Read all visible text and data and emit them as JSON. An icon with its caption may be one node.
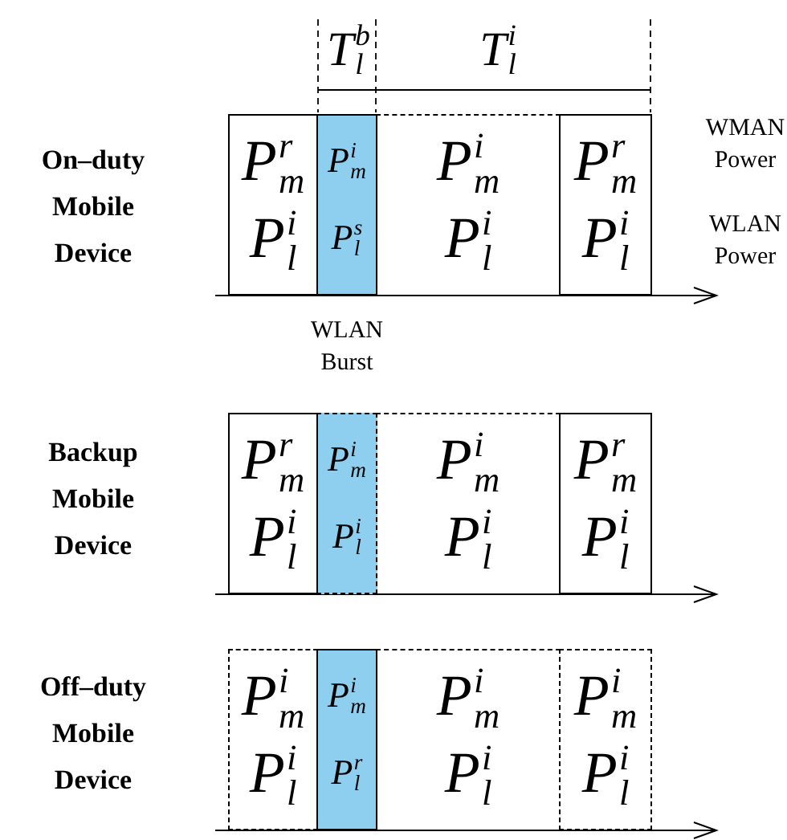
{
  "diagram": {
    "nodes": [
      {
        "text": [
          "P$^{r}$$_{m}$",
          "P$^{i}$$_{l}$"
        ]
      },
      {
        "text": [
          "P$^{i}$$_{m}$",
          "P$^{s}$$_{l}$"
        ]
      },
      {
        "text": [
          "P$^{i}$$_{m}$",
          "P$^{i}$$_{l}$"
        ]
      },
      {
        "text": [
          "P$^{r}$$_{m}$",
          "P$^{i}$$_{l}$"
        ]
      },
      {
        "text": [
          "P$^{r}$$_{m}$",
          "P$^{i}$$_{l}$"
        ]
      },
      {
        "text": [
          "P$^{i}$$_{m}$",
          "P$^{i}$$_{l}$"
        ]
      },
      {
        "text": [
          "P$^{i}$$_{m}$",
          "P$^{i}$$_{l}$"
        ]
      },
      {
        "text": [
          "P$^{r}$$_{m}$",
          "P$^{i}$$_{l}$"
        ]
      },
      {
        "text": [
          "P$^{i}$$_{m}$",
          "P$^{i}$$_{l}$"
        ]
      },
      {
        "text": [
          "P$^{i}$$_{m}$",
          "P$^{r}$$_{l}$"
        ]
      },
      {
        "text": [
          "P$^{i}$$_{m}$",
          "P$^{i}$$_{l}$"
        ]
      },
      {
        "text": [
          "P$^{i}$$_{m}$",
          "P$^{i}$$_{l}$"
        ]
      }
    ],
    "labels": [
      "T$^{b}$$_{l}$",
      "T$^{i}$$_{l}$",
      "On–duty Mobile Device",
      "WMAN Power",
      "WLAN Power",
      "WLAN Burst",
      "Backup Mobile Device",
      "Off–duty Mobile Device"
    ]
  }
}
